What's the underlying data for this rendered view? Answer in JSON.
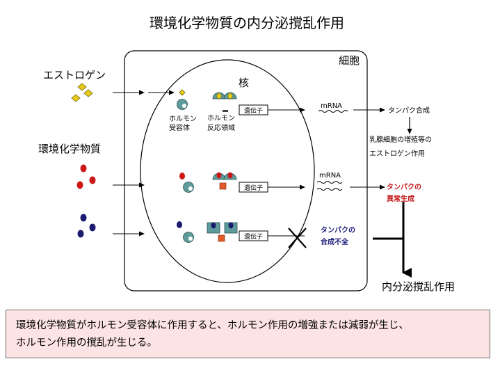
{
  "title": "環境化学物質の内分泌撹乱作用",
  "labels": {
    "cell": "細胞",
    "nucleus": "核",
    "estrogen": "エストロゲン",
    "env_chemical": "環境化学物質",
    "receptor_line1": "ホルモン",
    "receptor_line2": "受容体",
    "response_line1": "ホルモン",
    "response_line2": "反応領域",
    "gene_1": "遺伝子",
    "gene_2": "遺伝子",
    "gene_3": "遺伝子",
    "mrna_1": "mRNA",
    "mrna_2": "mRNA",
    "protein_synthesis": "タンパク合成",
    "effect_line1": "乳腺細胞の増殖等の",
    "effect_line2": "エストロゲン作用",
    "abnormal_line1": "タンパクの",
    "abnormal_line2": "異常生成",
    "failure_line1": "タンパクの",
    "failure_line2": "合成不全",
    "endocrine_disruption": "内分泌撹乱作用"
  },
  "caption": {
    "line1": "環境化学物質がホルモン受容体に作用すると、ホルモン作用の増強または減弱が生じ、",
    "line2": "ホルモン作用の撹乱が生じる。"
  },
  "colors": {
    "estrogen": "#e8cc1a",
    "env_red": "#cc1818",
    "env_navy": "#1a1a6e",
    "receptor": "#5e9c9c",
    "abnormal_text": "#c41818",
    "failure_text": "#1a1a7a",
    "caption_bg": "#fde4e4"
  }
}
